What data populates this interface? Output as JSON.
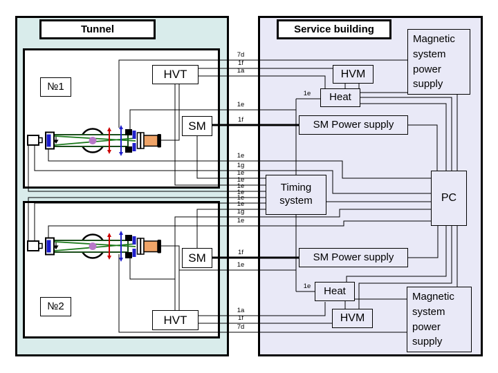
{
  "diagram": {
    "tunnel": {
      "title": "Tunnel",
      "room1_label": "№1",
      "room2_label": "№2",
      "hvt1": "HVT",
      "sm1": "SM",
      "hvt2": "HVT",
      "sm2": "SM"
    },
    "service_building": {
      "title": "Service building",
      "hvm1": "HVM",
      "heat1": "Heat",
      "sm_power1": "SM Power supply",
      "magnetic1": "Magnetic system power supply",
      "timing": "Timing system",
      "pc": "PC",
      "sm_power2": "SM Power supply",
      "heat2": "Heat",
      "hvm2": "HVM",
      "magnetic2": "Magnetic system power supply"
    },
    "wire_labels": {
      "top": {
        "l1": "7d",
        "l2": "1f",
        "l3": "1a",
        "l4": "1e",
        "l5": "1f"
      },
      "middle": {
        "m1": "1e",
        "m2": "1g",
        "m3": "1e",
        "m4": "1e",
        "m5": "1e",
        "m6": "1e",
        "m7": "1e",
        "m8": "1e",
        "m9": "1g",
        "m10": "1e"
      },
      "bottom": {
        "b1": "1f",
        "b2": "1e",
        "b3": "1a",
        "b4": "1f",
        "b5": "7d"
      },
      "heat_top": "1e",
      "heat_bottom": "1e"
    },
    "colors": {
      "tunnel_bg": "#d9eceb",
      "service_bg": "#e9e9f7",
      "tube_orange": "#f0a468",
      "beam_green": "#1d7a1d",
      "lens_blue": "#2020cc",
      "arrow_red": "#cc0000",
      "dot_purple": "#b878c8"
    }
  }
}
